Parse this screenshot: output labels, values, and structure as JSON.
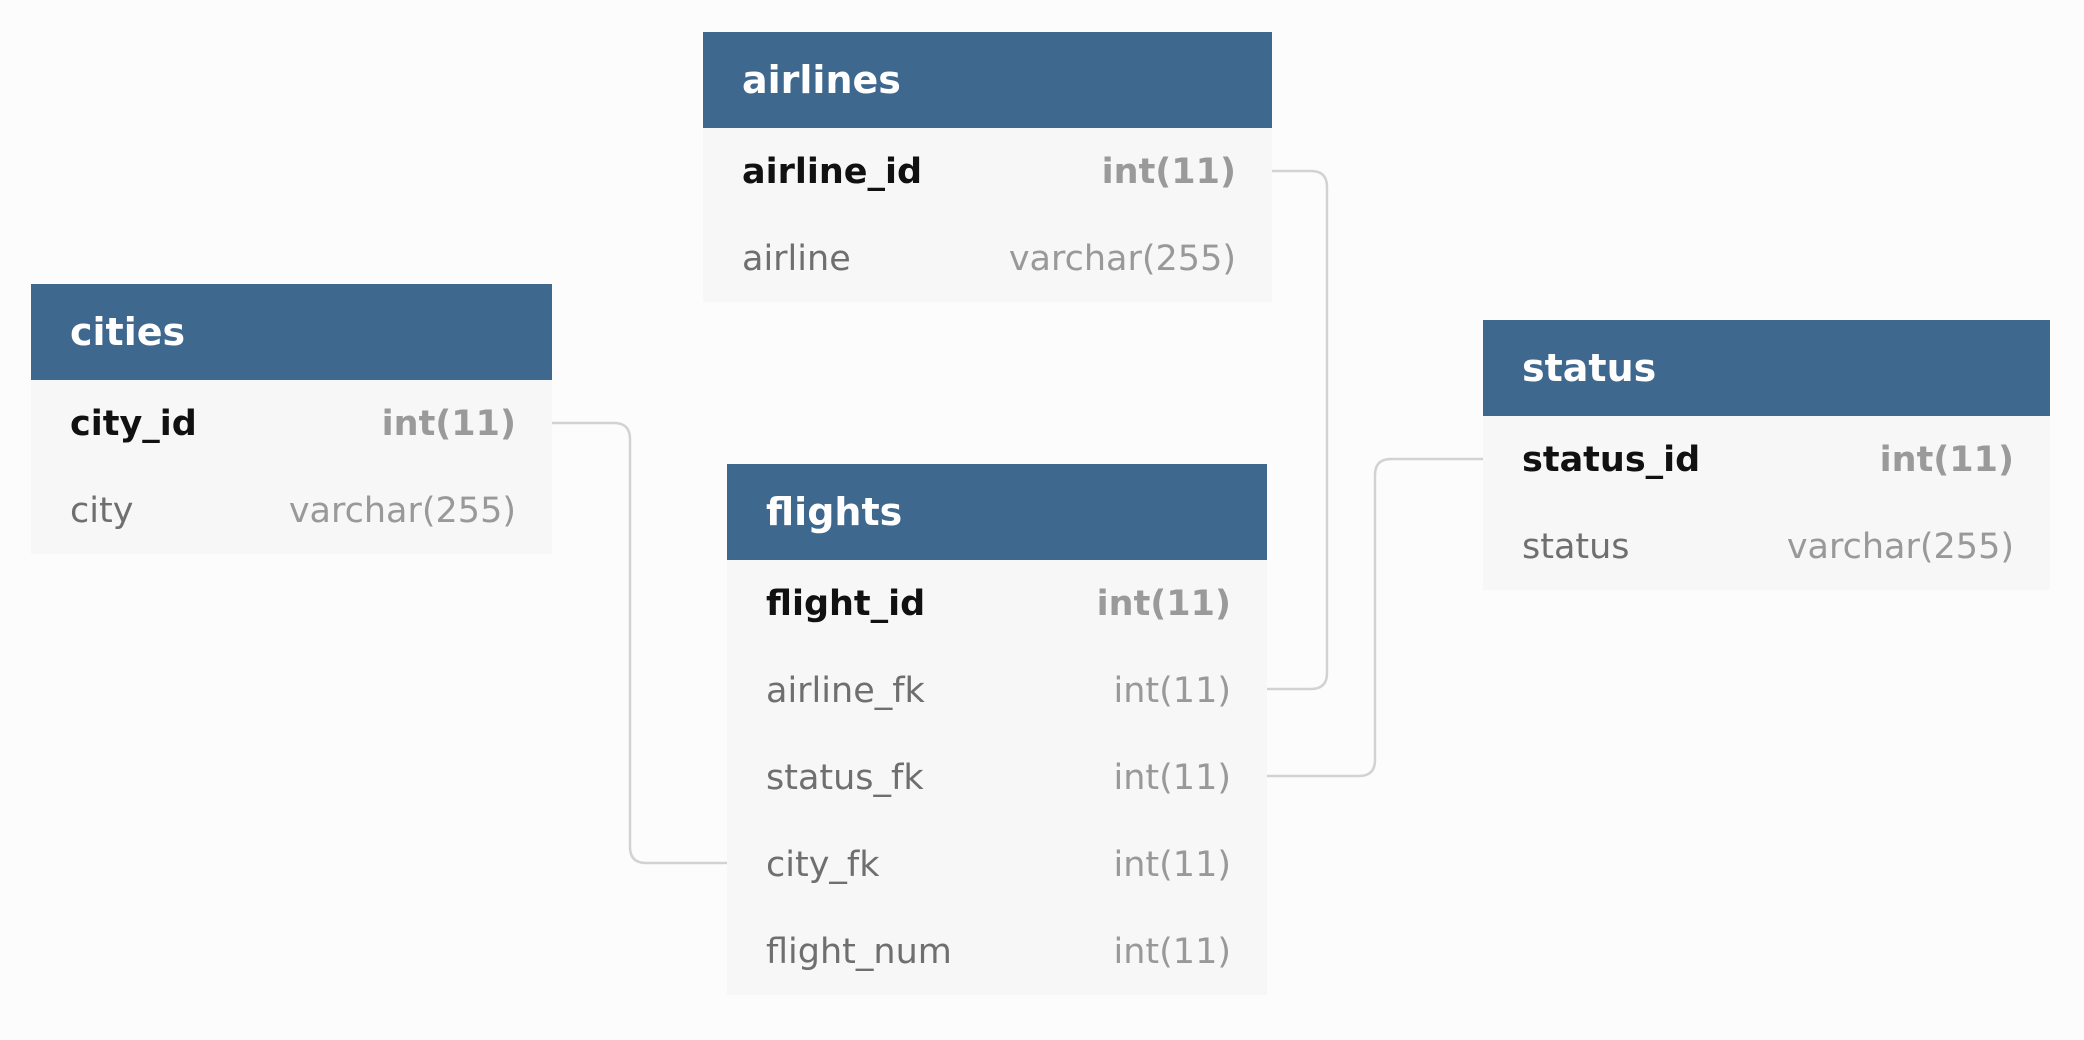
{
  "colors": {
    "header_bg": "#3f688f",
    "header_text": "#ffffff",
    "row_bg": "#f7f7f7",
    "pk_text": "#111111",
    "field_text": "#6f6f6f",
    "type_text": "#999999",
    "connector": "#d2d2d2",
    "background": "#fcfcfc"
  },
  "tables": {
    "airlines": {
      "name": "airlines",
      "columns": [
        {
          "name": "airline_id",
          "type": "int(11)",
          "pk": true
        },
        {
          "name": "airline",
          "type": "varchar(255)",
          "pk": false
        }
      ]
    },
    "cities": {
      "name": "cities",
      "columns": [
        {
          "name": "city_id",
          "type": "int(11)",
          "pk": true
        },
        {
          "name": "city",
          "type": "varchar(255)",
          "pk": false
        }
      ]
    },
    "flights": {
      "name": "flights",
      "columns": [
        {
          "name": "flight_id",
          "type": "int(11)",
          "pk": true
        },
        {
          "name": "airline_fk",
          "type": "int(11)",
          "pk": false
        },
        {
          "name": "status_fk",
          "type": "int(11)",
          "pk": false
        },
        {
          "name": "city_fk",
          "type": "int(11)",
          "pk": false
        },
        {
          "name": "flight_num",
          "type": "int(11)",
          "pk": false
        }
      ]
    },
    "status": {
      "name": "status",
      "columns": [
        {
          "name": "status_id",
          "type": "int(11)",
          "pk": true
        },
        {
          "name": "status",
          "type": "varchar(255)",
          "pk": false
        }
      ]
    }
  },
  "relationships": [
    {
      "from": "airlines.airline_id",
      "to": "flights.airline_fk"
    },
    {
      "from": "cities.city_id",
      "to": "flights.city_fk"
    },
    {
      "from": "status.status_id",
      "to": "flights.status_fk"
    }
  ]
}
